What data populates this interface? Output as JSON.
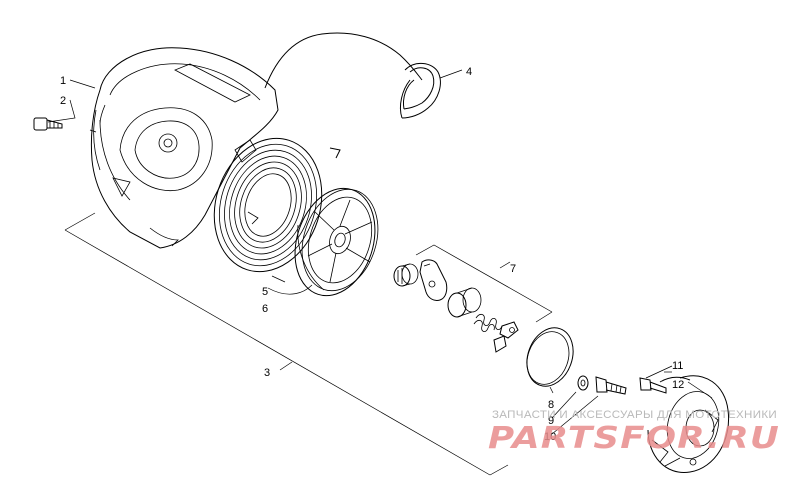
{
  "callouts": {
    "c1": "1",
    "c2": "2",
    "c3": "3",
    "c4": "4",
    "c5": "5",
    "c6": "6",
    "c7": "7",
    "c8": "8",
    "c9": "9",
    "c10": "10",
    "c11": "11",
    "c12": "12"
  },
  "watermark": {
    "tagline": "ЗАПЧАСТИ И АКСЕССУАРЫ ДЛЯ МОТОТЕХНИКИ",
    "brand": "PARTSFOR.RU",
    "color": "#e88d8d"
  }
}
